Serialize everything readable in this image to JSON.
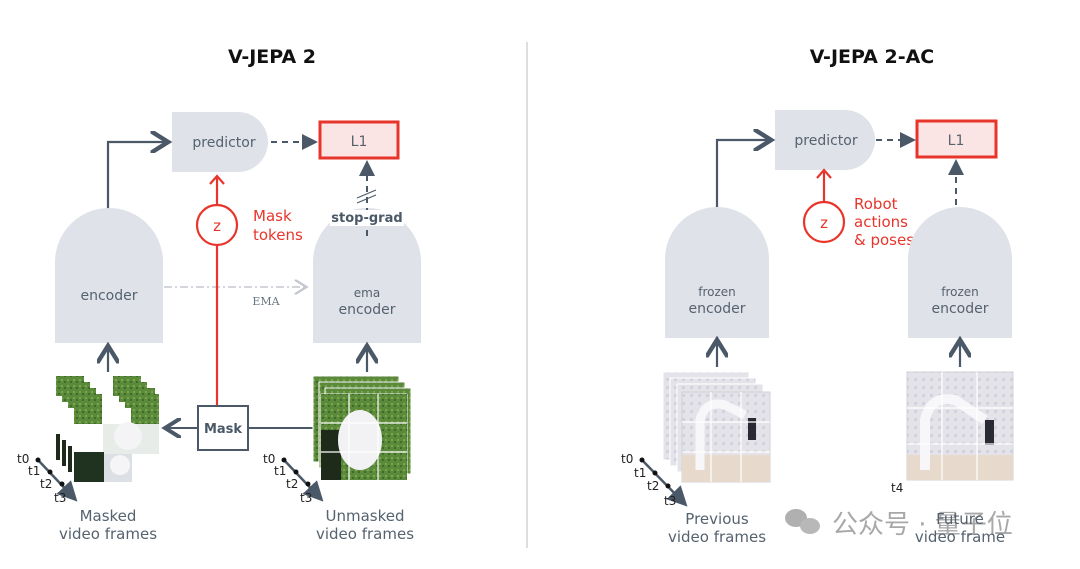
{
  "left_panel": {
    "title": "V-JEPA 2",
    "predictor_label": "predictor",
    "loss_label": "L1",
    "z_label": "z",
    "z_caption": [
      "Mask",
      "tokens"
    ],
    "stopgrad_label": "stop-grad",
    "encoder_label": "encoder",
    "ema_encoder_label": [
      "ema",
      "encoder"
    ],
    "ema_arrow_label": "EMA",
    "mask_label": "Mask",
    "time_ticks": [
      "t0",
      "t1",
      "t2",
      "t3"
    ],
    "masked_caption": [
      "Masked",
      "video frames"
    ],
    "unmasked_caption": [
      "Unmasked",
      "video frames"
    ]
  },
  "right_panel": {
    "title": "V-JEPA 2-AC",
    "predictor_label": "predictor",
    "loss_label": "L1",
    "z_label": "z",
    "z_caption": [
      "Robot",
      "actions",
      "& poses"
    ],
    "frozen_encoder_left": [
      "frozen",
      "encoder"
    ],
    "frozen_encoder_right": [
      "frozen",
      "encoder"
    ],
    "time_ticks": [
      "t0",
      "t1",
      "t2",
      "t3"
    ],
    "future_tick": "t4",
    "previous_caption": [
      "Previous",
      "video frames"
    ],
    "future_caption": [
      "Future",
      "video frame"
    ]
  },
  "watermark": "公众号 · 量子位",
  "colors": {
    "dark_arrow": "#4a5868",
    "red": "#e8352b",
    "block_fill": "#dfe2e9",
    "loss_fill": "#fbe4e4"
  }
}
